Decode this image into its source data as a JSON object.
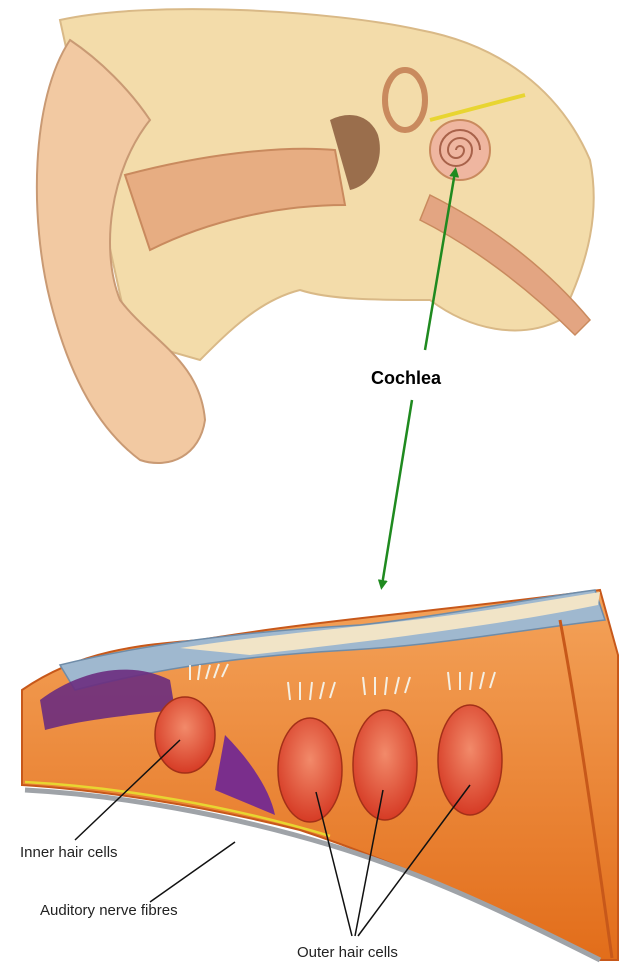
{
  "labels": {
    "cochlea": "Cochlea",
    "inner_hair_cells": "Inner hair cells",
    "auditory_nerve_fibres": "Auditory nerve fibres",
    "outer_hair_cells": "Outer hair cells"
  },
  "colors": {
    "arrow": "#1f8a1f",
    "skin": "#f2c9a2",
    "bone": "#f3dcaa",
    "tissue_orange": "#e8791f",
    "hair_cell_red": "#e0442c",
    "membrane_blue": "#9fb8cf",
    "nerve_yellow": "#e8d531",
    "pointer": "#111111"
  }
}
